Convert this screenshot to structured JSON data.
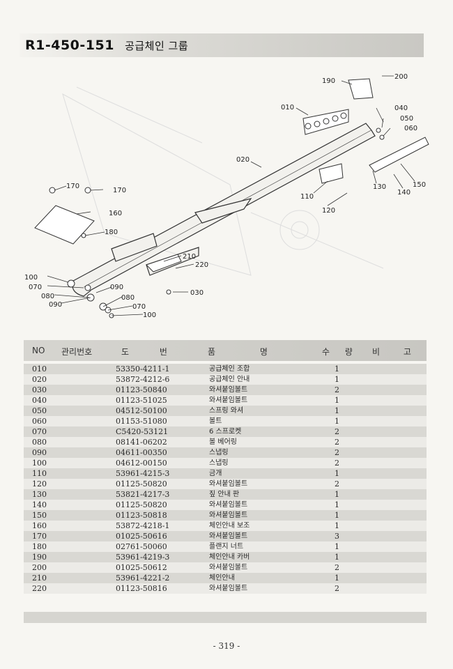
{
  "title": {
    "code": "R1-450-151",
    "name": "공급체인 그룹"
  },
  "table": {
    "headers": {
      "no": "NO",
      "mgmt": "관리번호",
      "drawing": "도 번",
      "name": "품 명",
      "qty": "수 량",
      "remarks": "비 고"
    },
    "rows": [
      {
        "no": "010",
        "code": "53350-4211-1",
        "name": "공급체인 조합",
        "qty": "1"
      },
      {
        "no": "020",
        "code": "53872-4212-6",
        "name": "공급체인 안내",
        "qty": "1"
      },
      {
        "no": "030",
        "code": "01123-50840",
        "name": "와셔붙임볼트",
        "qty": "2"
      },
      {
        "no": "040",
        "code": "01123-51025",
        "name": "와셔붙임볼트",
        "qty": "1"
      },
      {
        "no": "050",
        "code": "04512-50100",
        "name": "스프링 와셔",
        "qty": "1"
      },
      {
        "no": "060",
        "code": "01153-51080",
        "name": "볼트",
        "qty": "1"
      },
      {
        "no": "070",
        "code": "C5420-53121",
        "name": "6 스프로켓",
        "qty": "2"
      },
      {
        "no": "080",
        "code": "08141-06202",
        "name": "볼 베어링",
        "qty": "2"
      },
      {
        "no": "090",
        "code": "04611-00350",
        "name": "스냅링",
        "qty": "2"
      },
      {
        "no": "100",
        "code": "04612-00150",
        "name": "스냅링",
        "qty": "2"
      },
      {
        "no": "110",
        "code": "53961-4215-3",
        "name": "금개",
        "qty": "1"
      },
      {
        "no": "120",
        "code": "01125-50820",
        "name": "와셔붙임볼트",
        "qty": "2"
      },
      {
        "no": "130",
        "code": "53821-4217-3",
        "name": "짚 안내 판",
        "qty": "1"
      },
      {
        "no": "140",
        "code": "01125-50820",
        "name": "와셔붙임볼트",
        "qty": "1"
      },
      {
        "no": "150",
        "code": "01123-50818",
        "name": "와셔붙임볼트",
        "qty": "1"
      },
      {
        "no": "160",
        "code": "53872-4218-1",
        "name": "체인안내 보조",
        "qty": "1"
      },
      {
        "no": "170",
        "code": "01025-50616",
        "name": "와셔붙임볼트",
        "qty": "3"
      },
      {
        "no": "180",
        "code": "02761-50060",
        "name": "플랜지 너트",
        "qty": "1"
      },
      {
        "no": "190",
        "code": "53961-4219-3",
        "name": "체인안내 카버",
        "qty": "1"
      },
      {
        "no": "200",
        "code": "01025-50612",
        "name": "와셔붙임볼트",
        "qty": "2"
      },
      {
        "no": "210",
        "code": "53961-4221-2",
        "name": "체인안내",
        "qty": "1"
      },
      {
        "no": "220",
        "code": "01123-50816",
        "name": "와셔붙임볼트",
        "qty": "2"
      }
    ]
  },
  "diagram": {
    "labels": [
      "190",
      "200",
      "010",
      "040",
      "050",
      "060",
      "020",
      "170",
      "170",
      "160",
      "180",
      "110",
      "120",
      "130",
      "140",
      "150",
      "210",
      "220",
      "100",
      "070",
      "080",
      "090",
      "090",
      "080",
      "070",
      "100",
      "030"
    ]
  },
  "page_number": "- 319 -"
}
